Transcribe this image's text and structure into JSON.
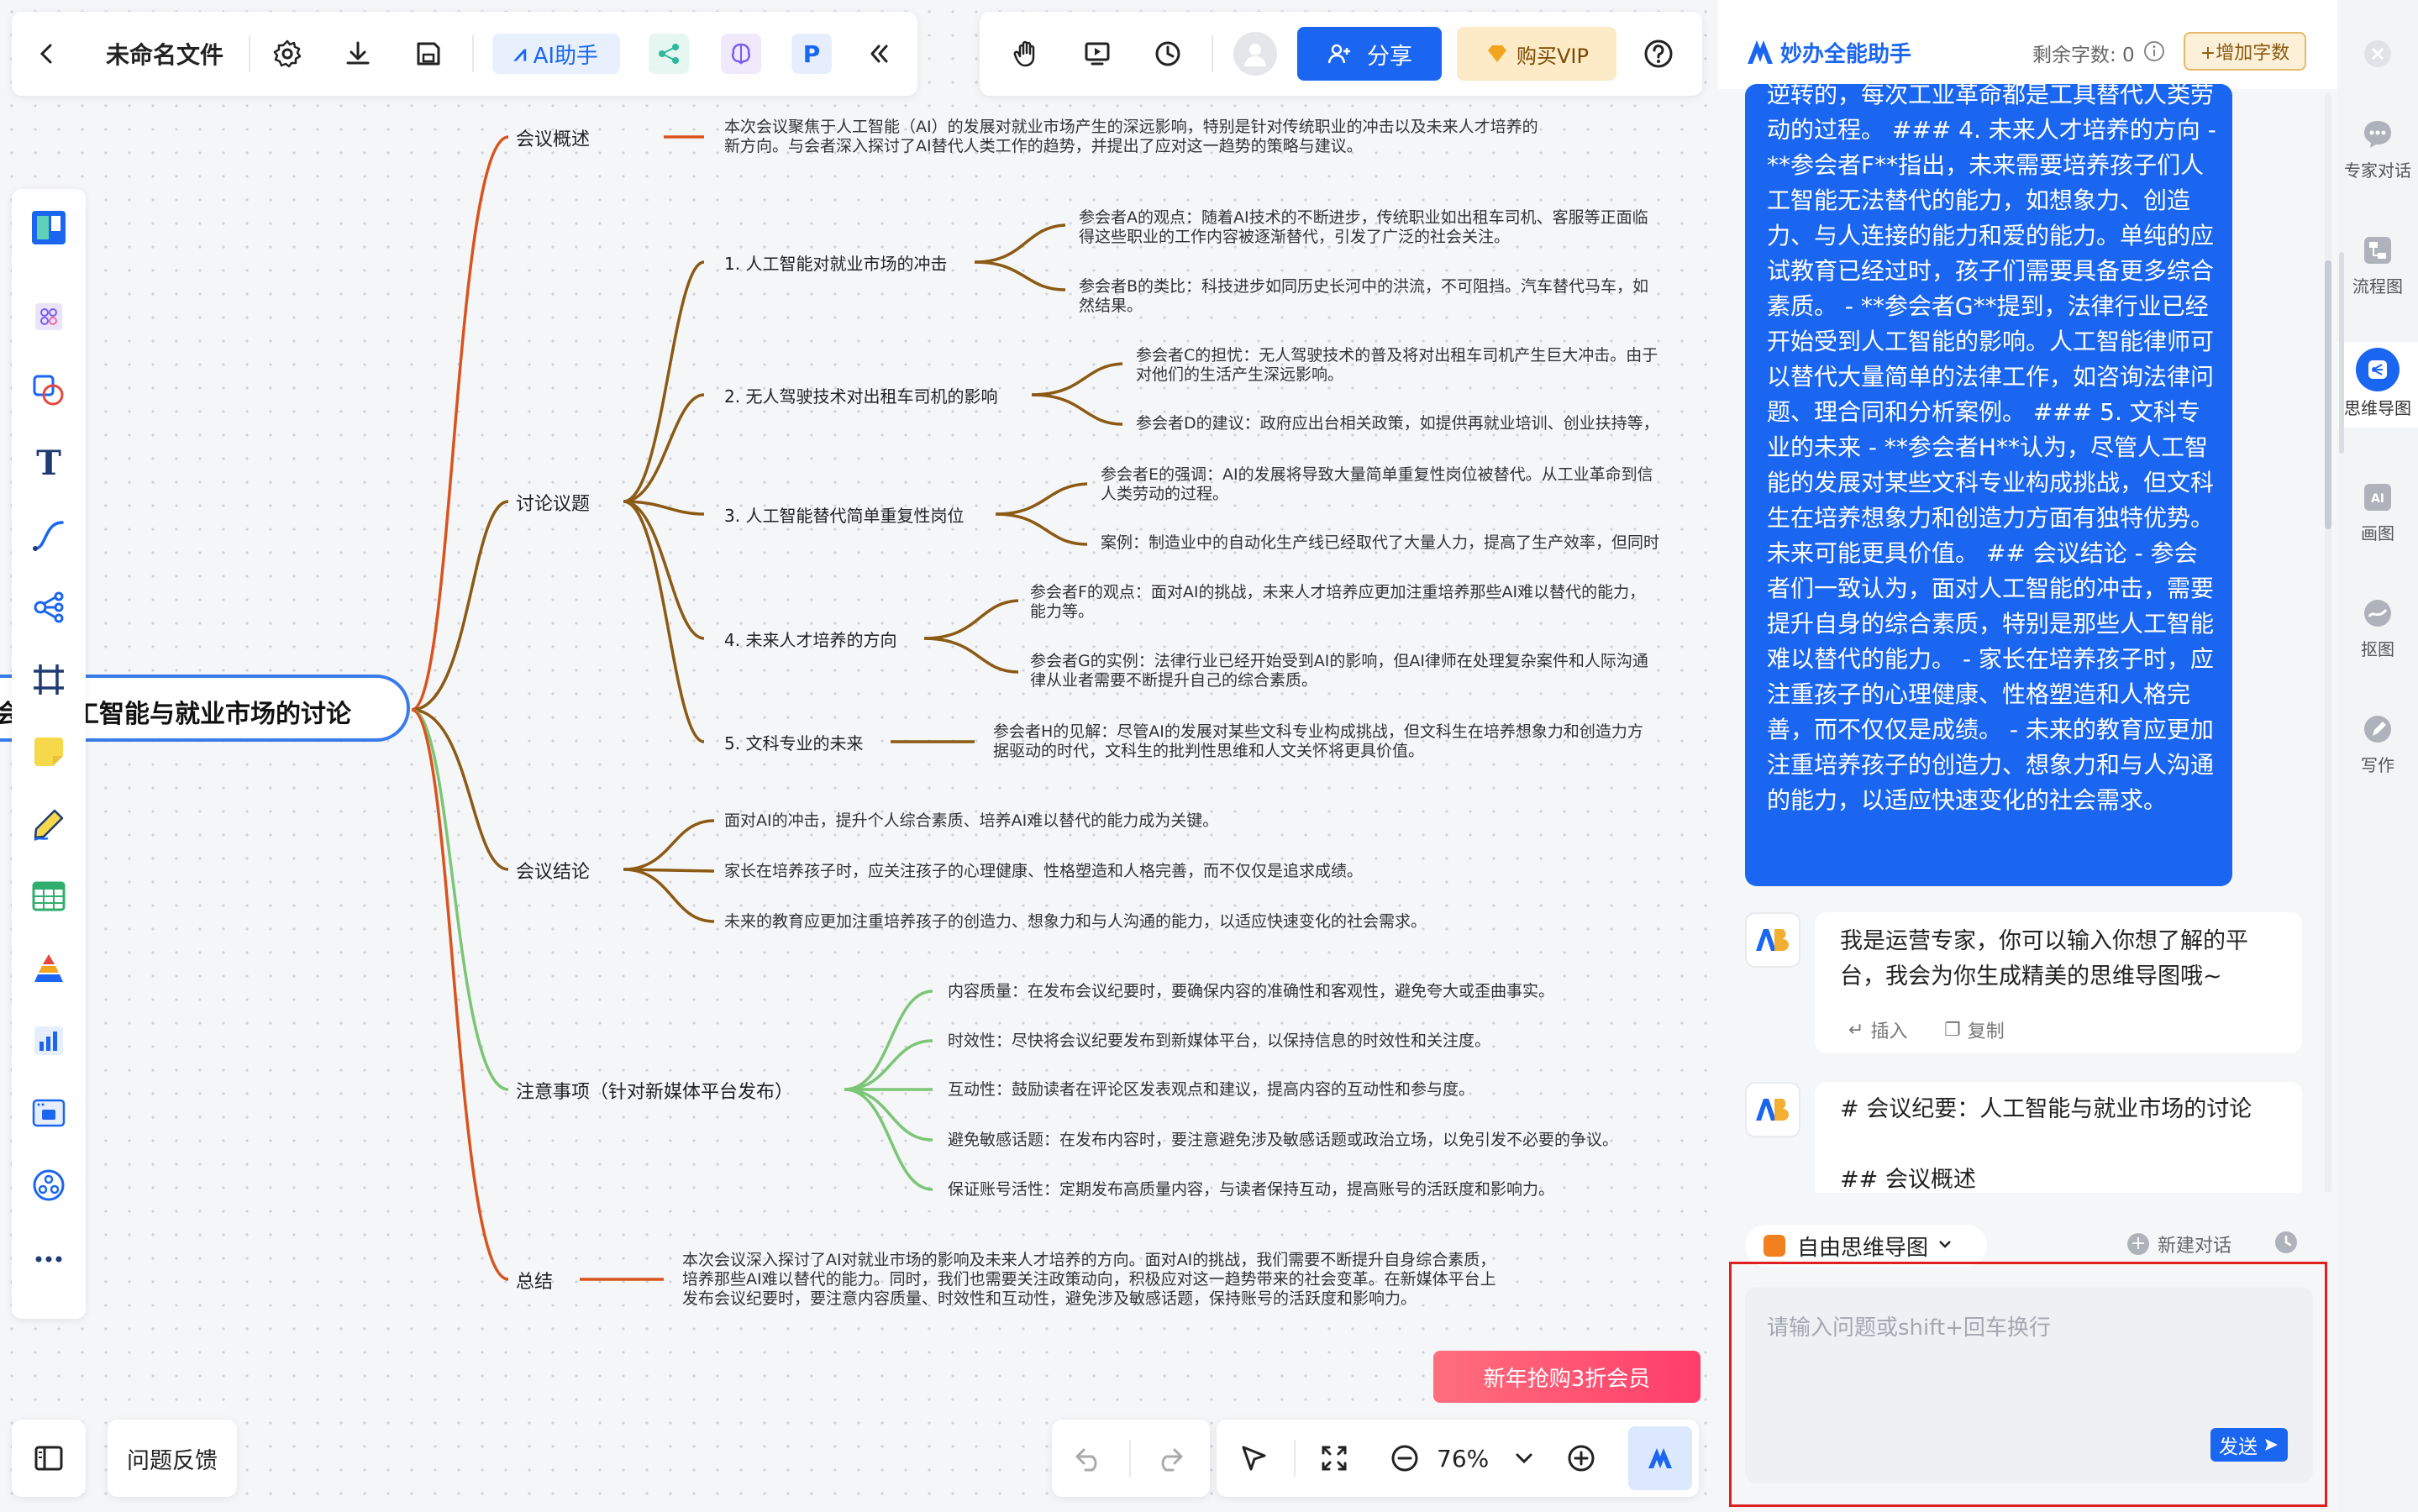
{
  "toolbar": {
    "back_icon": "chevron-left",
    "file_name": "未命名文件",
    "ai_label": "AI助手",
    "collapse_icon": "double-chevron-left"
  },
  "toolbar2": {
    "share_label": "分享",
    "vip_label": "购买VIP"
  },
  "mindmap": {
    "root": "人工智能与就业市场的讨论",
    "root_prefix": "会",
    "branches": [
      {
        "label": "会议概述",
        "color": "#d9531e"
      },
      {
        "label": "讨论议题",
        "color": "#8b5a14"
      },
      {
        "label": "会议结论",
        "color": "#8b5a14"
      },
      {
        "label": "注意事项（针对新媒体平台发布）",
        "color": "#7cc577"
      },
      {
        "label": "总结",
        "color": "#d9531e"
      }
    ],
    "overview_text_1": "本次会议聚焦于人工智能（AI）的发展对就业市场产生的深远影响，特别是针对传统职业的冲击以及未来人才培养的",
    "overview_text_2": "新方向。与会者深入探讨了AI替代人类工作的趋势，并提出了应对这一趋势的策略与建议。",
    "topics": [
      {
        "label": "1. 人工智能对就业市场的冲击"
      },
      {
        "label": "2. 无人驾驶技术对出租车司机的影响"
      },
      {
        "label": "3. 人工智能替代简单重复性岗位"
      },
      {
        "label": "4. 未来人才培养的方向"
      },
      {
        "label": "5. 文科专业的未来"
      }
    ],
    "leaves": {
      "t1a_1": "参会者A的观点：随着AI技术的不断进步，传统职业如出租车司机、客服等正面临",
      "t1a_2": "得这些职业的工作内容被逐渐替代，引发了广泛的社会关注。",
      "t1b_1": "参会者B的类比：科技进步如同历史长河中的洪流，不可阻挡。汽车替代马车，如",
      "t1b_2": "然结果。",
      "t2a_1": "参会者C的担忧：无人驾驶技术的普及将对出租车司机产生巨大冲击。由于",
      "t2a_2": "对他们的生活产生深远影响。",
      "t2b_1": "参会者D的建议：政府应出台相关政策，如提供再就业培训、创业扶持等，",
      "t3a_1": "参会者E的强调：AI的发展将导致大量简单重复性岗位被替代。从工业革命到信",
      "t3a_2": "人类劳动的过程。",
      "t3b_1": "案例：制造业中的自动化生产线已经取代了大量人力，提高了生产效率，但同时",
      "t4a_1": "参会者F的观点：面对AI的挑战，未来人才培养应更加注重培养那些AI难以替代的能力，",
      "t4a_2": "能力等。",
      "t4b_1": "参会者G的实例：法律行业已经开始受到AI的影响，但AI律师在处理复杂案件和人际沟通",
      "t4b_2": "律从业者需要不断提升自己的综合素质。",
      "t5a_1": "参会者H的见解：尽管AI的发展对某些文科专业构成挑战，但文科生在培养想象力和创造力方",
      "t5a_2": "据驱动的时代，文科生的批判性思维和人文关怀将更具价值。"
    },
    "conclusions": [
      "面对AI的冲击，提升个人综合素质、培养AI难以替代的能力成为关键。",
      "家长在培养孩子时，应关注孩子的心理健康、性格塑造和人格完善，而不仅仅是追求成绩。",
      "未来的教育应更加注重培养孩子的创造力、想象力和与人沟通的能力，以适应快速变化的社会需求。"
    ],
    "notes": [
      "内容质量：在发布会议纪要时，要确保内容的准确性和客观性，避免夸大或歪曲事实。",
      "时效性：尽快将会议纪要发布到新媒体平台，以保持信息的时效性和关注度。",
      "互动性：鼓励读者在评论区发表观点和建议，提高内容的互动性和参与度。",
      "避免敏感话题：在发布内容时，要注意避免涉及敏感话题或政治立场，以免引发不必要的争议。",
      "保证账号活性：定期发布高质量内容，与读者保持互动，提高账号的活跃度和影响力。"
    ],
    "summary_1": "本次会议深入探讨了AI对就业市场的影响及未来人才培养的方向。面对AI的挑战，我们需要不断提升自身综合素质，",
    "summary_2": "培养那些AI难以替代的能力。同时，我们也需要关注政策动向，积极应对这一趋势带来的社会变革。在新媒体平台上",
    "summary_3": "发布会议纪要时，要注意内容质量、时效性和互动性，避免涉及敏感话题，保持账号的活跃度和影响力。"
  },
  "bottom": {
    "feedback_label": "问题反馈",
    "promo_label": "新年抢购3折会员",
    "zoom": "76%"
  },
  "assistant": {
    "title": "妙办全能助手",
    "remaining": "剩余字数: 0",
    "add_label": "+增加字数",
    "blue_text": "逆转的，每次工业革命都是工具替代人类劳动的过程。 ### 4. 未来人才培养的方向 - **参会者F**指出，未来需要培养孩子们人工智能无法替代的能力，如想象力、创造力、与人连接的能力和爱的能力。单纯的应试教育已经过时，孩子们需要具备更多综合素质。 - **参会者G**提到，法律行业已经开始受到人工智能的影响。人工智能律师可以替代大量简单的法律工作，如咨询法律问题、理合同和分析案例。 ### 5. 文科专业的未来 - **参会者H**认为，尽管人工智能的发展对某些文科专业构成挑战，但文科生在培养想象力和创造力方面有独特优势。未来可能更具价值。 ## 会议结论 - 参会者们一致认为，面对人工智能的冲击，需要提升自身的综合素质，特别是那些人工智能难以替代的能力。 - 家长在培养孩子时，应注重孩子的心理健康、性格塑造和人格完善，而不仅仅是成绩。 - 未来的教育应更加注重培养孩子的创造力、想象力和与人沟通的能力，以适应快速变化的社会需求。",
    "msg1": "我是运营专家，你可以输入你想了解的平台，我会为你生成精美的思维导图哦~",
    "insert_label": "插入",
    "copy_label": "复制",
    "msg2_line1": "# 会议纪要：人工智能与就业市场的讨论",
    "msg2_line2": "## 会议概述",
    "mode_label": "自由思维导图",
    "new_chat_label": "新建对话",
    "input_placeholder": "请输入问题或shift+回车换行",
    "send_label": "发送"
  },
  "sidebar_right": [
    {
      "label": "专家对话",
      "icon": "chat-icon"
    },
    {
      "label": "流程图",
      "icon": "flowchart-icon"
    },
    {
      "label": "思维导图",
      "icon": "mindmap-icon"
    },
    {
      "label": "画图",
      "icon": "ai-draw-icon"
    },
    {
      "label": "抠图",
      "icon": "cutout-icon"
    },
    {
      "label": "写作",
      "icon": "write-icon"
    }
  ],
  "colors": {
    "accent": "#1a66f0",
    "branch_orange": "#d9531e",
    "branch_brown": "#8b5a14",
    "branch_green": "#7cc577",
    "highlight_red": "#e02020"
  }
}
